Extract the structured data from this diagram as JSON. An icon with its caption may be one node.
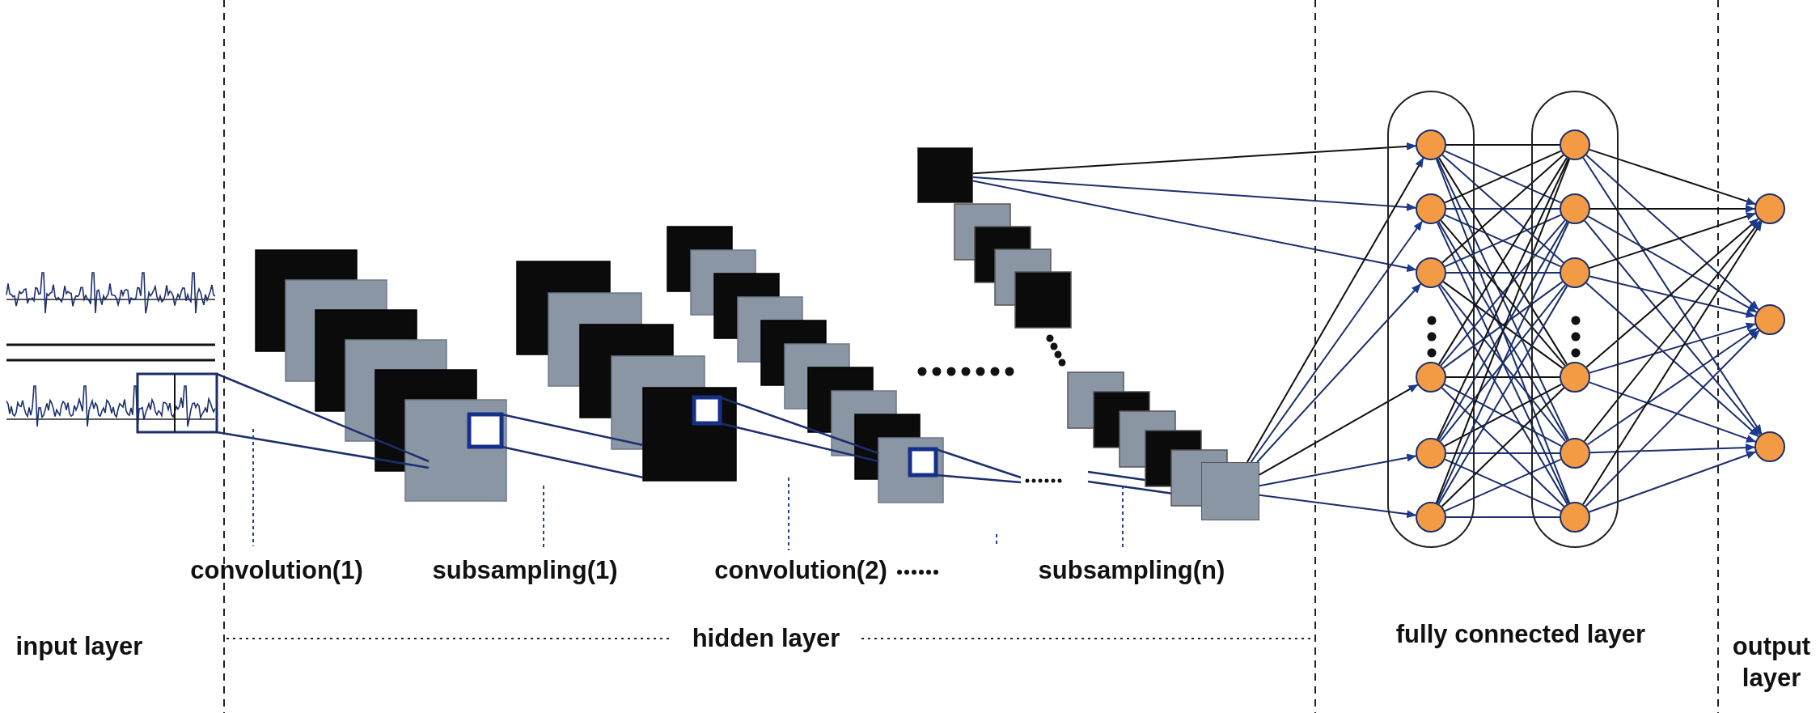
{
  "diagram": {
    "nodes": [
      {
        "text": [],
        "shape": "box"
      },
      {
        "text": [],
        "shape": "box"
      },
      {
        "text": [],
        "shape": "ellipse"
      },
      {
        "text": [],
        "shape": "ellipse"
      },
      {
        "text": [],
        "shape": "circle",
        "in": 2
      },
      {
        "text": [],
        "shape": "circle",
        "in": 2
      },
      {
        "text": [],
        "shape": "circle",
        "in": 2
      },
      {
        "text": [],
        "shape": "circle",
        "in": 2
      },
      {
        "text": [],
        "shape": "circle",
        "in": 2
      },
      {
        "text": [],
        "shape": "circle",
        "in": 2
      },
      {
        "text": [],
        "shape": "circle",
        "in": 3
      },
      {
        "text": [],
        "shape": "circle",
        "in": 3
      },
      {
        "text": [],
        "shape": "circle",
        "in": 3
      },
      {
        "text": [],
        "shape": "circle",
        "in": 3
      },
      {
        "text": [],
        "shape": "circle",
        "in": 3
      },
      {
        "text": [],
        "shape": "circle",
        "in": 3
      },
      {
        "text": [],
        "shape": "circle"
      },
      {
        "text": [],
        "shape": "circle"
      },
      {
        "text": [],
        "shape": "circle"
      }
    ],
    "edges": [
      {
        "from": 0,
        "to": 4,
        "arrow": "to"
      },
      {
        "from": 0,
        "to": 5,
        "arrow": "to"
      },
      {
        "from": 0,
        "to": 6,
        "arrow": "to"
      },
      {
        "from": 1,
        "to": 4,
        "arrow": "to"
      },
      {
        "from": 1,
        "to": 5,
        "arrow": "to"
      },
      {
        "from": 1,
        "to": 6,
        "arrow": "to"
      },
      {
        "from": 1,
        "to": 7,
        "arrow": "to"
      },
      {
        "from": 1,
        "to": 8,
        "arrow": "to"
      },
      {
        "from": 1,
        "to": 9,
        "arrow": "to"
      },
      {
        "from": 4,
        "to": 10,
        "arrow": "none"
      },
      {
        "from": 4,
        "to": 11,
        "arrow": "none"
      },
      {
        "from": 4,
        "to": 12,
        "arrow": "none"
      },
      {
        "from": 4,
        "to": 13,
        "arrow": "none"
      },
      {
        "from": 4,
        "to": 14,
        "arrow": "none"
      },
      {
        "from": 4,
        "to": 15,
        "arrow": "none"
      },
      {
        "from": 5,
        "to": 10,
        "arrow": "none"
      },
      {
        "from": 5,
        "to": 11,
        "arrow": "none"
      },
      {
        "from": 5,
        "to": 12,
        "arrow": "none"
      },
      {
        "from": 5,
        "to": 13,
        "arrow": "none"
      },
      {
        "from": 5,
        "to": 14,
        "arrow": "none"
      },
      {
        "from": 5,
        "to": 15,
        "arrow": "none"
      },
      {
        "from": 6,
        "to": 10,
        "arrow": "none"
      },
      {
        "from": 6,
        "to": 11,
        "arrow": "none"
      },
      {
        "from": 6,
        "to": 12,
        "arrow": "none"
      },
      {
        "from": 6,
        "to": 13,
        "arrow": "none"
      },
      {
        "from": 6,
        "to": 14,
        "arrow": "none"
      },
      {
        "from": 6,
        "to": 15,
        "arrow": "none"
      },
      {
        "from": 7,
        "to": 10,
        "arrow": "none"
      },
      {
        "from": 7,
        "to": 11,
        "arrow": "none"
      },
      {
        "from": 7,
        "to": 12,
        "arrow": "none"
      },
      {
        "from": 7,
        "to": 13,
        "arrow": "none"
      },
      {
        "from": 7,
        "to": 14,
        "arrow": "none"
      },
      {
        "from": 7,
        "to": 15,
        "arrow": "none"
      },
      {
        "from": 8,
        "to": 10,
        "arrow": "none"
      },
      {
        "from": 8,
        "to": 11,
        "arrow": "none"
      },
      {
        "from": 8,
        "to": 12,
        "arrow": "none"
      },
      {
        "from": 8,
        "to": 13,
        "arrow": "none"
      },
      {
        "from": 8,
        "to": 14,
        "arrow": "none"
      },
      {
        "from": 8,
        "to": 15,
        "arrow": "none"
      },
      {
        "from": 9,
        "to": 10,
        "arrow": "none"
      },
      {
        "from": 9,
        "to": 11,
        "arrow": "none"
      },
      {
        "from": 9,
        "to": 12,
        "arrow": "none"
      },
      {
        "from": 9,
        "to": 13,
        "arrow": "none"
      },
      {
        "from": 9,
        "to": 14,
        "arrow": "none"
      },
      {
        "from": 9,
        "to": 15,
        "arrow": "none"
      },
      {
        "from": 10,
        "to": 16,
        "arrow": "to"
      },
      {
        "from": 10,
        "to": 17,
        "arrow": "to"
      },
      {
        "from": 10,
        "to": 18,
        "arrow": "to"
      },
      {
        "from": 11,
        "to": 16,
        "arrow": "to"
      },
      {
        "from": 11,
        "to": 17,
        "arrow": "to"
      },
      {
        "from": 11,
        "to": 18,
        "arrow": "to"
      },
      {
        "from": 12,
        "to": 16,
        "arrow": "to"
      },
      {
        "from": 12,
        "to": 17,
        "arrow": "to"
      },
      {
        "from": 12,
        "to": 18,
        "arrow": "to"
      },
      {
        "from": 13,
        "to": 16,
        "arrow": "to"
      },
      {
        "from": 13,
        "to": 17,
        "arrow": "to"
      },
      {
        "from": 13,
        "to": 18,
        "arrow": "to"
      },
      {
        "from": 14,
        "to": 16,
        "arrow": "to"
      },
      {
        "from": 14,
        "to": 17,
        "arrow": "to"
      },
      {
        "from": 14,
        "to": 18,
        "arrow": "to"
      },
      {
        "from": 15,
        "to": 16,
        "arrow": "to"
      },
      {
        "from": 15,
        "to": 17,
        "arrow": "to"
      },
      {
        "from": 15,
        "to": 18,
        "arrow": "to"
      }
    ],
    "labels": [
      "convolution(1)",
      "subsampling(1)",
      "convolution(2)",
      "subsampling(n)",
      "input layer",
      "hidden layer",
      "fully connected layer",
      "output layer"
    ]
  }
}
